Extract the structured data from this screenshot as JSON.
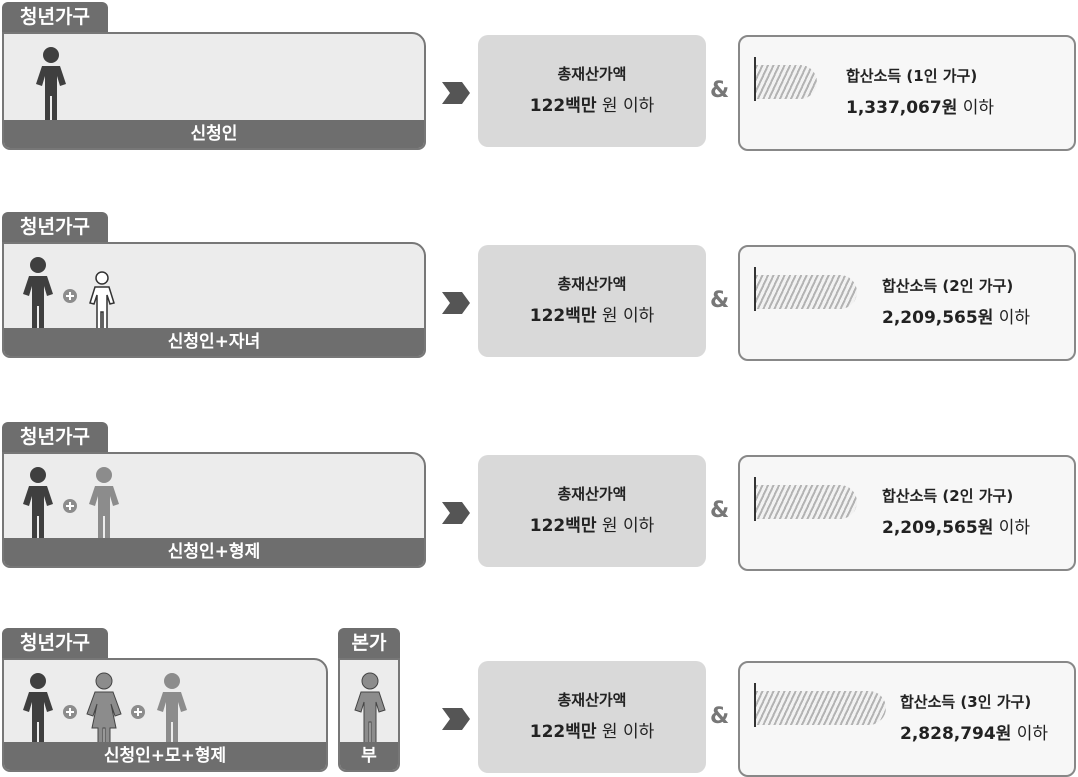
{
  "asset_limit": {
    "title": "총재산가액",
    "amount": "122백만",
    "unit": "원",
    "suffix": "이하"
  },
  "ampersand": "&",
  "colors": {
    "dark_person": "#3f3f3f",
    "gray_person": "#8c8c8c",
    "outline_person": "#ffffff"
  },
  "rows": [
    {
      "tag": "청년가구",
      "members_label": "신청인",
      "people": [
        "applicant-dark"
      ],
      "income_title": "합산소득 (1인 가구)",
      "income_amount": "1,337,067",
      "income_unit": "원",
      "income_suffix": "이하",
      "bar_fraction": 0.47
    },
    {
      "tag": "청년가구",
      "members_label": "신청인+자녀",
      "people": [
        "applicant-dark",
        "child-outline"
      ],
      "income_title": "합산소득 (2인 가구)",
      "income_amount": "2,209,565",
      "income_unit": "원",
      "income_suffix": "이하",
      "bar_fraction": 0.78
    },
    {
      "tag": "청년가구",
      "members_label": "신청인+형제",
      "people": [
        "applicant-dark",
        "sibling-gray"
      ],
      "income_title": "합산소득 (2인 가구)",
      "income_amount": "2,209,565",
      "income_unit": "원",
      "income_suffix": "이하",
      "bar_fraction": 0.78
    },
    {
      "tag": "청년가구",
      "members_label": "신청인+모+형제",
      "people": [
        "applicant-dark",
        "mother-gray",
        "sibling-gray"
      ],
      "income_title": "합산소득 (3인 가구)",
      "income_amount": "2,828,794",
      "income_unit": "원",
      "income_suffix": "이하",
      "bar_fraction": 1.0,
      "parent_tag": "본가",
      "parent_label": "부"
    }
  ]
}
